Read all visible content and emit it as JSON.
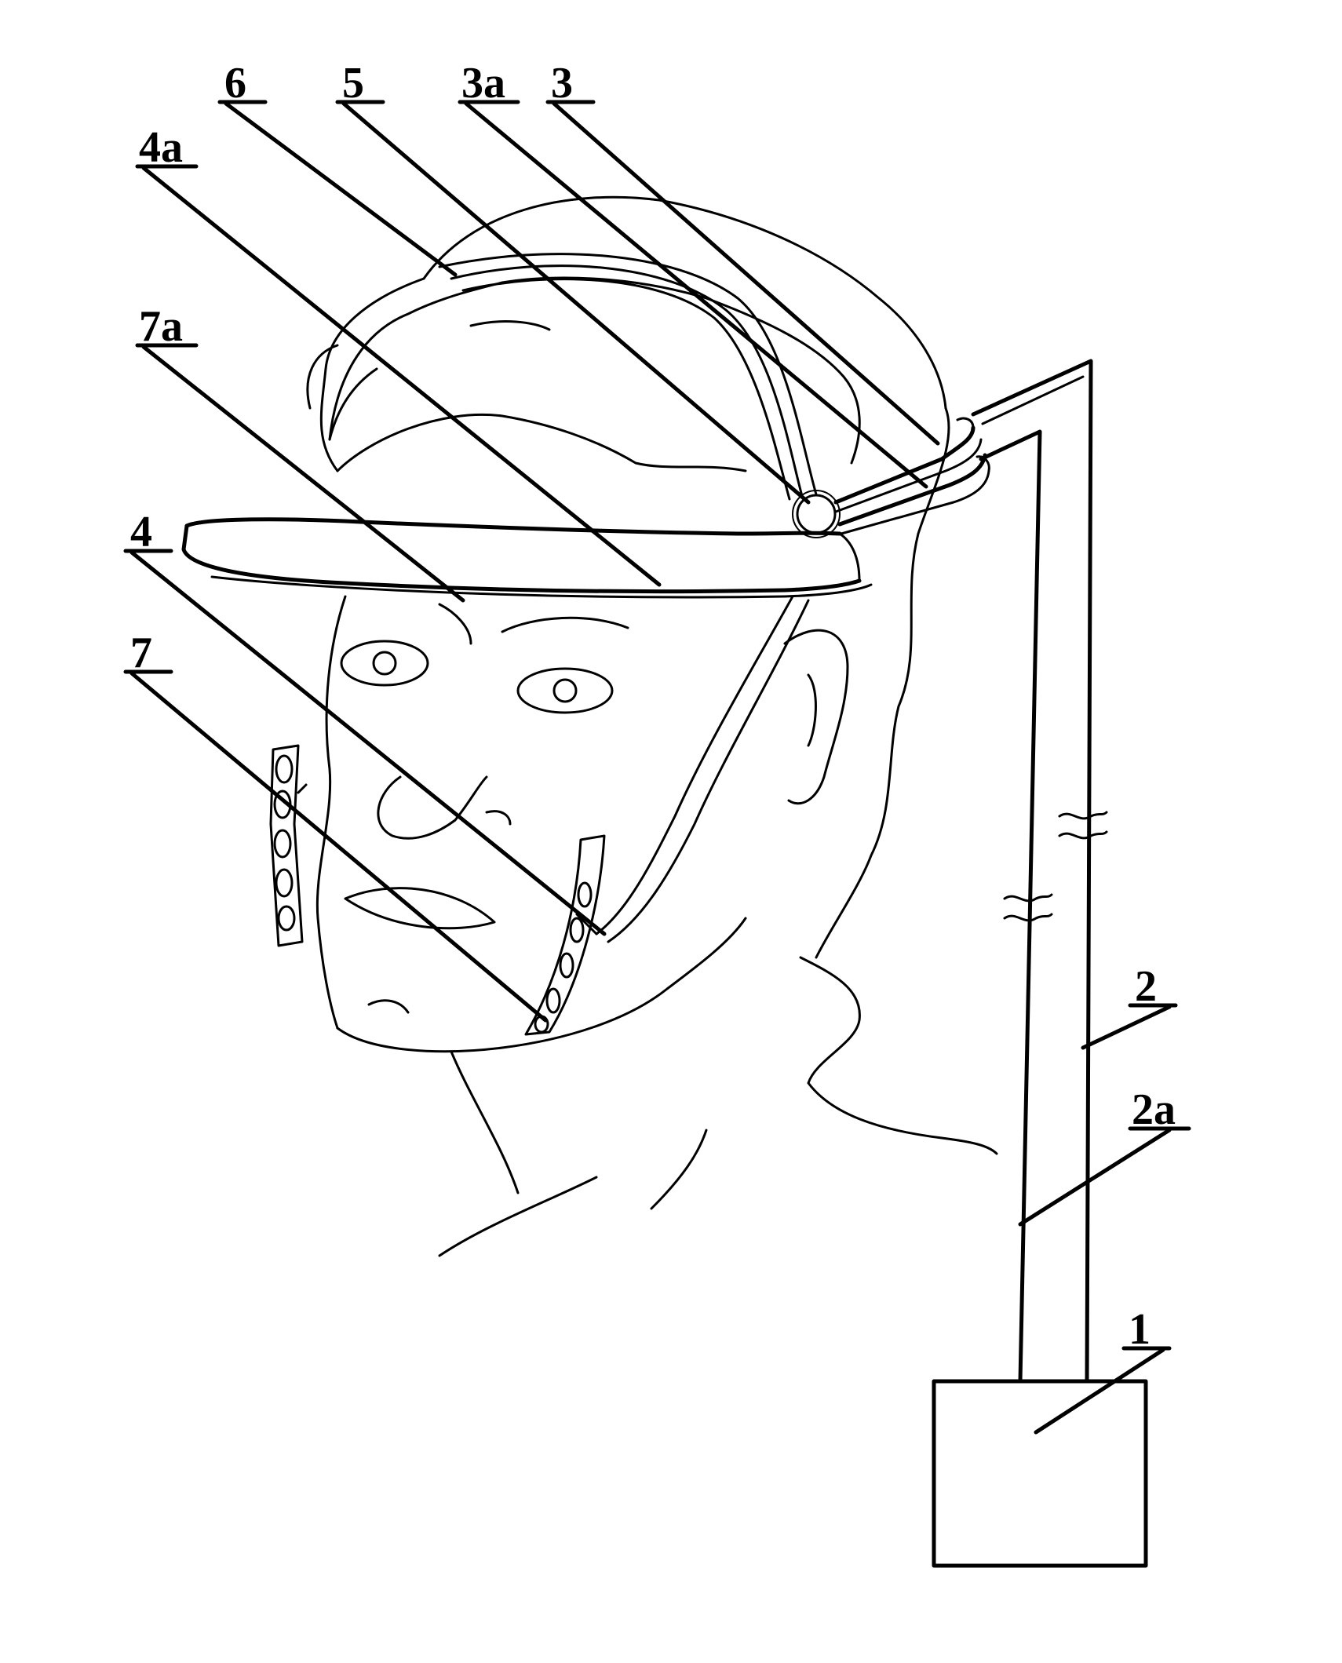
{
  "figure": {
    "labels": {
      "l1": "1",
      "l2": "2",
      "l2a": "2a",
      "l3": "3",
      "l3a": "3a",
      "l4": "4",
      "l4a": "4a",
      "l5": "5",
      "l6": "6",
      "l7": "7",
      "l7a": "7a"
    }
  }
}
